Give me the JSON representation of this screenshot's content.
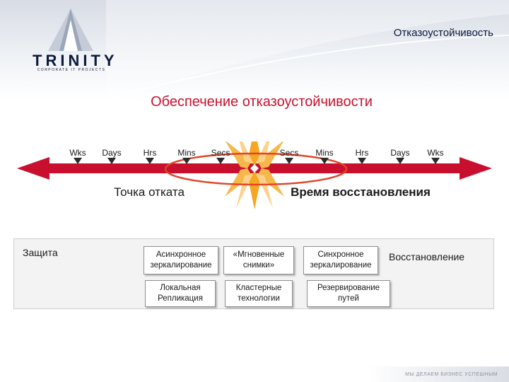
{
  "header": {
    "title": "Отказоустойчивость",
    "logo_word": "TRINITY",
    "logo_tagline": "CORPORATE IT PROJECTS"
  },
  "main_title": "Обеспечение отказоустойчивости",
  "timeline": {
    "left_ticks": [
      "Wks",
      "Days",
      "Hrs",
      "Mins",
      "Secs"
    ],
    "right_ticks": [
      "Secs",
      "Mins",
      "Hrs",
      "Days",
      "Wks"
    ],
    "left_label": "Точка отката",
    "right_label": "Время восстановления",
    "colors": {
      "arrow": "#c8102e",
      "burst": "#f5a623",
      "ellipse": "#e0452a"
    }
  },
  "panel": {
    "left_label": "Защита",
    "right_label": "Восстановление",
    "boxes": [
      "Асинхронное\nзеркалирование",
      "Локальная\nРепликация",
      "«Мгновенные\nснимки»",
      "Кластерные\nтехнологии",
      "Синхронное\nзеркалирование",
      "Резервирование\nпутей"
    ]
  },
  "footer": {
    "slogan": "МЫ ДЕЛАЕМ БИЗНЕС УСПЕШНЫМ"
  }
}
